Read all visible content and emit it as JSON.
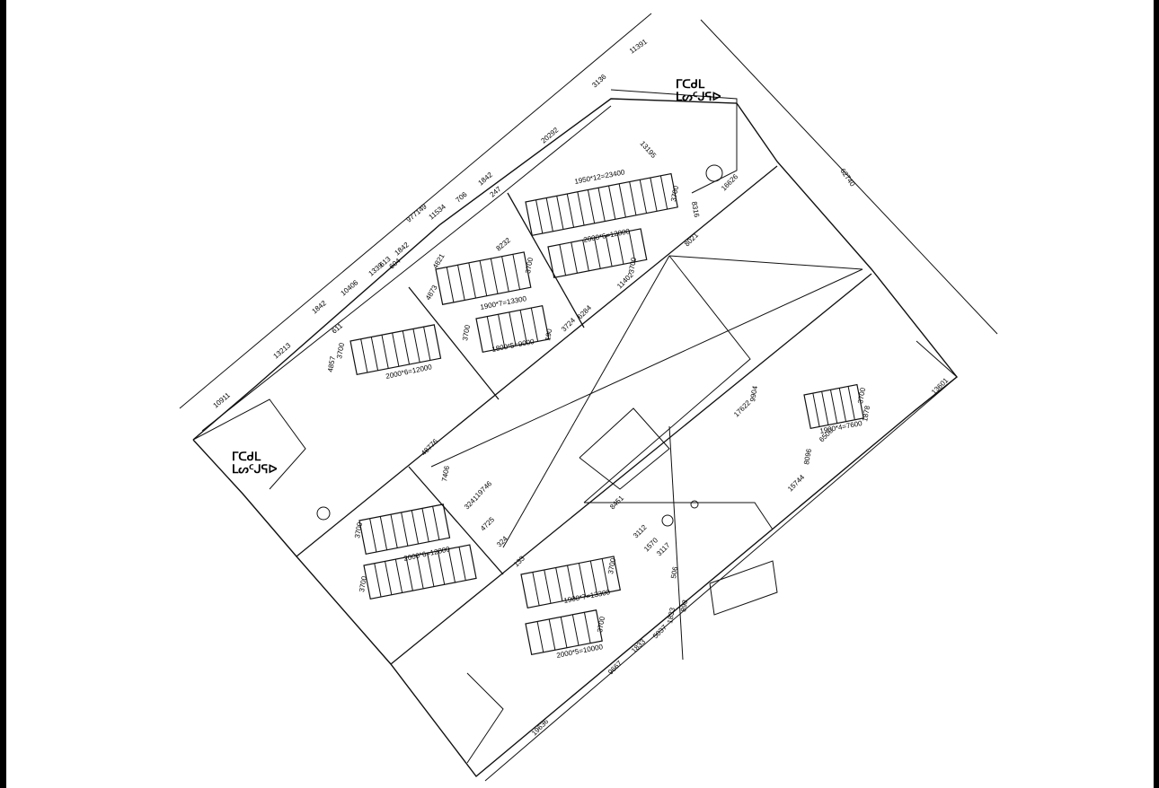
{
  "area_labels": [
    {
      "id": "top",
      "text": "ᒥᑕᑯᒪ\nᒪᔕᑦᒍᕋᐅ"
    },
    {
      "id": "bottom",
      "text": "ᒥᑕᑯᒪ\nᒪᔕᑦᒍᕋᐅ"
    }
  ],
  "dimensions": [
    "11391",
    "3136",
    "13195",
    "16626",
    "8316",
    "62740",
    "20292",
    "1842",
    "706",
    "247",
    "11534",
    "977149",
    "1842",
    "613",
    "604",
    "1339",
    "10406",
    "1842",
    "611",
    "13213",
    "10911",
    "4857",
    "3700",
    "2000*6=12000",
    "1950*12=23400",
    "3700",
    "2000*6=12000",
    "3700",
    "8021",
    "11402",
    "4821",
    "4873",
    "3700",
    "1900*7=13300",
    "8232",
    "1800*5=9000",
    "3700",
    "3724",
    "6284",
    "190",
    "17622",
    "9904",
    "1900*4=7600",
    "3700",
    "1878",
    "6500",
    "13601",
    "8096",
    "15744",
    "48776",
    "7406",
    "19746",
    "3241",
    "4725",
    "324",
    "133",
    "3700",
    "2000*6=12000",
    "3700",
    "8451",
    "3112",
    "1570",
    "3117",
    "506",
    "3700",
    "1900*7=13300",
    "1833",
    "898",
    "3700",
    "2000*5=10000",
    "9667",
    "1833",
    "5037",
    "19636"
  ]
}
